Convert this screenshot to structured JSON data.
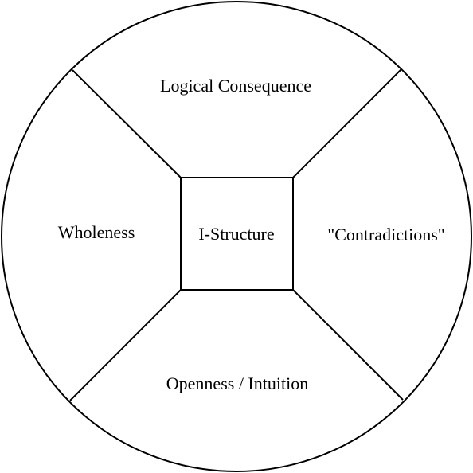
{
  "diagram": {
    "center_label": "I-Structure",
    "top_label": "Logical Consequence",
    "left_label": "Wholeness",
    "right_label": "\"Contradictions\"",
    "bottom_label": "Openness / Intuition"
  },
  "colors": {
    "stroke": "#000000",
    "background": "#ffffff"
  }
}
